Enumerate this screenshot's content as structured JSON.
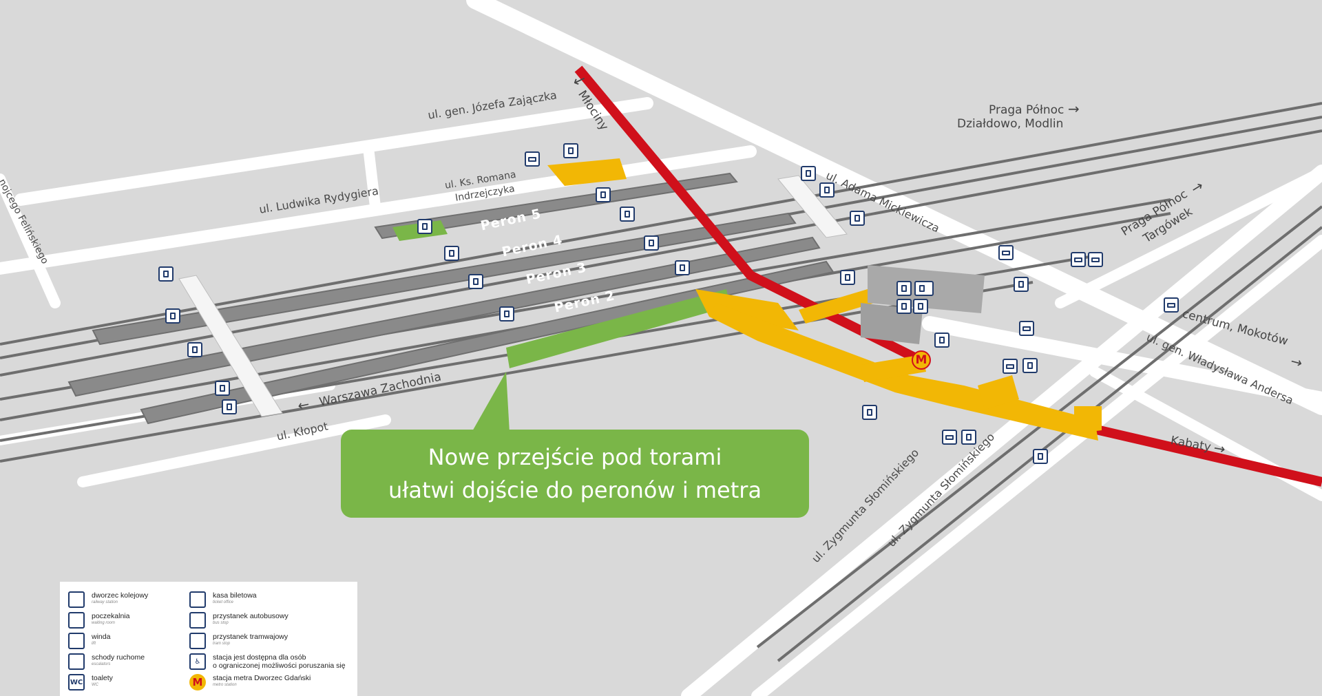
{
  "streets": {
    "zajaczka": "ul. gen. Józefa Zajączka",
    "rydygiera": "ul. Ludwika Rydygiera",
    "indrzejczyka_1": "ul. Ks. Romana",
    "indrzejczyka_2": "Indrzejczyka",
    "felinskiego": "…nojcego Felińskiego",
    "mickiewicza": "ul. Adama Mickiewicza",
    "andersa": "ul. gen. Władysława Andersa",
    "slominskiego_a": "ul. Zygmunta Słomińskiego",
    "slominskiego_b": "ul. Zygmunta Słomińskiego",
    "klopot": "ul. Kłopot"
  },
  "directions": {
    "mlociny": "Młociny",
    "praga_polnoc_1": "Praga Północ",
    "praga_polnoc_2": "Działdowo, Modlin",
    "praga_targowek_1": "Praga Północ",
    "praga_targowek_2": "Targówek",
    "centrum": "centrum, Mokotów",
    "warszawa_zachodnia": "Warszawa Zachodnia",
    "kabaty": "Kabaty"
  },
  "platforms": [
    "Peron 5",
    "Peron 4",
    "Peron 3",
    "Peron 2"
  ],
  "callout": {
    "line1": "Nowe przejście pod torami",
    "line2": "ułatwi dojście do peronów i metra"
  },
  "metro_symbol": "M",
  "wc_symbol": "WC",
  "legend": {
    "items": [
      {
        "label": "dworzec kolejowy",
        "sub": "railway station",
        "icon": "train-station-icon"
      },
      {
        "label": "poczekalnia",
        "sub": "waiting room",
        "icon": "waiting-room-icon"
      },
      {
        "label": "winda",
        "sub": "lift",
        "icon": "elevator-icon"
      },
      {
        "label": "schody ruchome",
        "sub": "escalators",
        "icon": "escalator-icon"
      },
      {
        "label": "toalety",
        "sub": "WC",
        "icon": "wc-icon",
        "glyph": "WC"
      },
      {
        "label": "kasa biletowa",
        "sub": "ticket office",
        "icon": "ticket-office-icon"
      },
      {
        "label": "przystanek autobusowy",
        "sub": "bus stop",
        "icon": "bus-stop-icon"
      },
      {
        "label": "przystanek tramwajowy",
        "sub": "tram stop",
        "icon": "tram-stop-icon"
      },
      {
        "label": "stacja jest dostępna dla osób",
        "label2": "o ograniczonej możliwości poruszania się",
        "icon": "wheelchair-icon",
        "glyph": "♿"
      },
      {
        "label": "stacja metra Dworzec Gdański",
        "sub": "metro station",
        "icon": "metro-station-icon",
        "glyph": "M"
      }
    ]
  },
  "colors": {
    "background": "#d9d9d9",
    "road": "#ffffff",
    "rail": "#6e6e6e",
    "platform": "#8a8a8a",
    "metro_line": "#d0101b",
    "passage_yellow": "#f2b705",
    "new_passage_green": "#7ab648",
    "icon_blue": "#203a6b"
  }
}
